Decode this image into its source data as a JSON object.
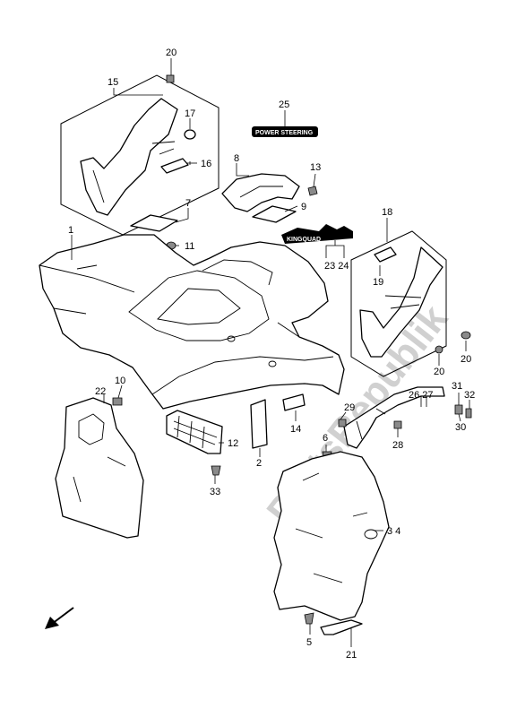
{
  "watermark": "PartsRepublik",
  "emblems": {
    "power_steering": "POWER STEERING",
    "king_quad": "KINGQUAD"
  },
  "callouts": [
    {
      "id": "c1",
      "label": "1"
    },
    {
      "id": "c2",
      "label": "2"
    },
    {
      "id": "c34",
      "label": "3 4"
    },
    {
      "id": "c5",
      "label": "5"
    },
    {
      "id": "c6",
      "label": "6"
    },
    {
      "id": "c7",
      "label": "7"
    },
    {
      "id": "c8",
      "label": "8"
    },
    {
      "id": "c9",
      "label": "9"
    },
    {
      "id": "c10",
      "label": "10"
    },
    {
      "id": "c11",
      "label": "11"
    },
    {
      "id": "c12",
      "label": "12"
    },
    {
      "id": "c13",
      "label": "13"
    },
    {
      "id": "c14",
      "label": "14"
    },
    {
      "id": "c15",
      "label": "15"
    },
    {
      "id": "c16",
      "label": "16"
    },
    {
      "id": "c17",
      "label": "17"
    },
    {
      "id": "c18",
      "label": "18"
    },
    {
      "id": "c19",
      "label": "19"
    },
    {
      "id": "c20a",
      "label": "20"
    },
    {
      "id": "c20b",
      "label": "20"
    },
    {
      "id": "c20c",
      "label": "20"
    },
    {
      "id": "c21",
      "label": "21"
    },
    {
      "id": "c22",
      "label": "22"
    },
    {
      "id": "c2324",
      "label": "23 24"
    },
    {
      "id": "c25",
      "label": "25"
    },
    {
      "id": "c2627",
      "label": "26 27"
    },
    {
      "id": "c28",
      "label": "28"
    },
    {
      "id": "c29",
      "label": "29"
    },
    {
      "id": "c30",
      "label": "30"
    },
    {
      "id": "c31",
      "label": "31"
    },
    {
      "id": "c32",
      "label": "32"
    },
    {
      "id": "c33",
      "label": "33"
    }
  ]
}
